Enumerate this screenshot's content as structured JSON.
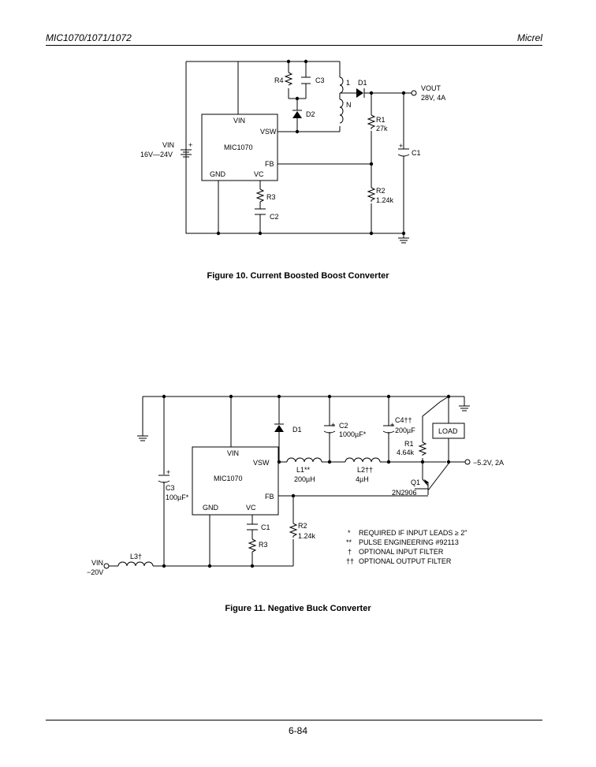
{
  "header": {
    "part_numbers": "MIC1070/1071/1072",
    "brand": "Micrel"
  },
  "figure10": {
    "caption": "Figure 10.   Current Boosted Boost Converter",
    "ic_name": "MIC1070",
    "pin_vin": "VIN",
    "pin_vsw": "VSW",
    "pin_fb": "FB",
    "pin_gnd": "GND",
    "pin_vc": "VC",
    "vin_label": "VIN",
    "vin_range": "16V—24V",
    "r4": "R4",
    "c3": "C3",
    "d2": "D2",
    "t1_pin": "1",
    "t1_n": "N",
    "d1": "D1",
    "vout_label": "VOUT",
    "vout_value": "28V, 4A",
    "r1_name": "R1",
    "r1_value": "27k",
    "c1": "C1",
    "r2_name": "R2",
    "r2_value": "1.24k",
    "r3": "R3",
    "c2": "C2"
  },
  "figure11": {
    "caption": "Figure 11.   Negative Buck Converter",
    "ic_name": "MIC1070",
    "pin_vin": "VIN",
    "pin_vsw": "VSW",
    "pin_fb": "FB",
    "pin_gnd": "GND",
    "pin_vc": "VC",
    "d1": "D1",
    "c2_name": "C2",
    "c2_value": "1000µF*",
    "c4_name": "C4††",
    "c4_value": "200µF",
    "load": "LOAD",
    "r1_name": "R1",
    "r1_value": "4.64k",
    "vout": "−5.2V, 2A",
    "l1_name": "L1**",
    "l1_value": "200µH",
    "l2_name": "L2††",
    "l2_value": "4µH",
    "q1_name": "Q1",
    "q1_part": "2N2906",
    "c3_name": "C3",
    "c3_value": "100µF*",
    "c1": "C1",
    "r2_name": "R2",
    "r2_value": "1.24k",
    "r3": "R3",
    "l3": "L3†",
    "vin_label": "VIN",
    "vin_value": "−20V",
    "notes": [
      {
        "mark": "*",
        "text": "REQUIRED IF INPUT LEADS ≥ 2\""
      },
      {
        "mark": "**",
        "text": "PULSE ENGINEERING #92113"
      },
      {
        "mark": "†",
        "text": "OPTIONAL INPUT FILTER"
      },
      {
        "mark": "††",
        "text": "OPTIONAL OUTPUT FILTER"
      }
    ]
  },
  "page_number": "6-84"
}
